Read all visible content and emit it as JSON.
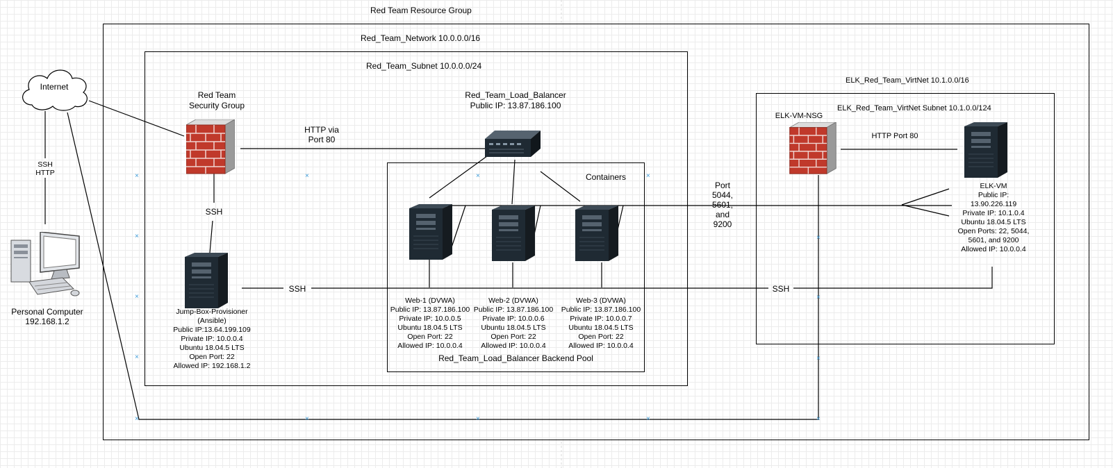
{
  "resource_group": {
    "title": "Red Team Resource Group"
  },
  "network": {
    "title": "Red_Team_Network 10.0.0.0/16"
  },
  "subnet": {
    "title": "Red_Team_Subnet 10.0.0.0/24"
  },
  "internet": {
    "label": "Internet"
  },
  "pc": {
    "label": "Personal Computer",
    "ip": "192.168.1.2",
    "link_label_1": "SSH",
    "link_label_2": "HTTP"
  },
  "nsg": {
    "line1": "Red Team",
    "line2": "Security Group"
  },
  "ssh_vertical": "SSH",
  "jumpbox": {
    "lines": [
      "Jump-Box-Provisioner",
      "(Ansible)",
      "Public IP:13.64.199.109",
      "Private IP: 10.0.0.4",
      "Ubuntu 18.04.5 LTS",
      "Open Port: 22",
      "Allowed IP: 192.168.1.2"
    ]
  },
  "http_link": {
    "line1": "HTTP via",
    "line2": "Port 80"
  },
  "load_balancer": {
    "name": "Red_Team_Load_Balancer",
    "public_ip": "Public IP: 13.87.186.100"
  },
  "containers": {
    "title": "Containers"
  },
  "backend_pool": {
    "title": "Red_Team_Load_Balancer Backend Pool"
  },
  "web1": {
    "lines": [
      "Web-1 (DVWA)",
      "Public IP: 13.87.186.100",
      "Private IP: 10.0.0.5",
      "Ubuntu 18.04.5 LTS",
      "Open Port: 22",
      "Allowed IP: 10.0.0.4"
    ]
  },
  "web2": {
    "lines": [
      "Web-2 (DVWA)",
      "Public IP: 13.87.186.100",
      "Private IP: 10.0.0.6",
      "Ubuntu 18.04.5 LTS",
      "Open Port: 22",
      "Allowed IP: 10.0.0.4"
    ]
  },
  "web3": {
    "lines": [
      "Web-3 (DVWA)",
      "Public IP: 13.87.186.100",
      "Private IP: 10.0.0.7",
      "Ubuntu 18.04.5 LTS",
      "Open Port: 22",
      "Allowed IP: 10.0.0.4"
    ]
  },
  "ssh_horizontal_1": "SSH",
  "ssh_horizontal_2": "SSH",
  "ports_link": {
    "lines": [
      "Port",
      "5044,",
      "5601,",
      "and",
      "9200"
    ]
  },
  "elk_vnet": {
    "title": "ELK_Red_Team_VirtNet 10.1.0.0/16"
  },
  "elk_subnet": {
    "title": "ELK_Red_Team_VirtNet Subnet 10.1.0.0/124"
  },
  "elk_nsg": {
    "label": "ELK-VM-NSG"
  },
  "elk_http": {
    "label": "HTTP Port 80"
  },
  "elk_vm": {
    "lines": [
      "ELK-VM",
      "Public IP:",
      "13.90.226.119",
      "Private IP: 10.1.0.4",
      "Ubuntu 18.04.5 LTS",
      "Open Ports: 22, 5044,",
      "5601, and 9200",
      "Allowed IP: 10.0.0.4"
    ]
  },
  "colors": {
    "firewall_brick": "#c0392b",
    "server_dark": "#1f2a33",
    "guide_marker": "#3a9ad9"
  }
}
